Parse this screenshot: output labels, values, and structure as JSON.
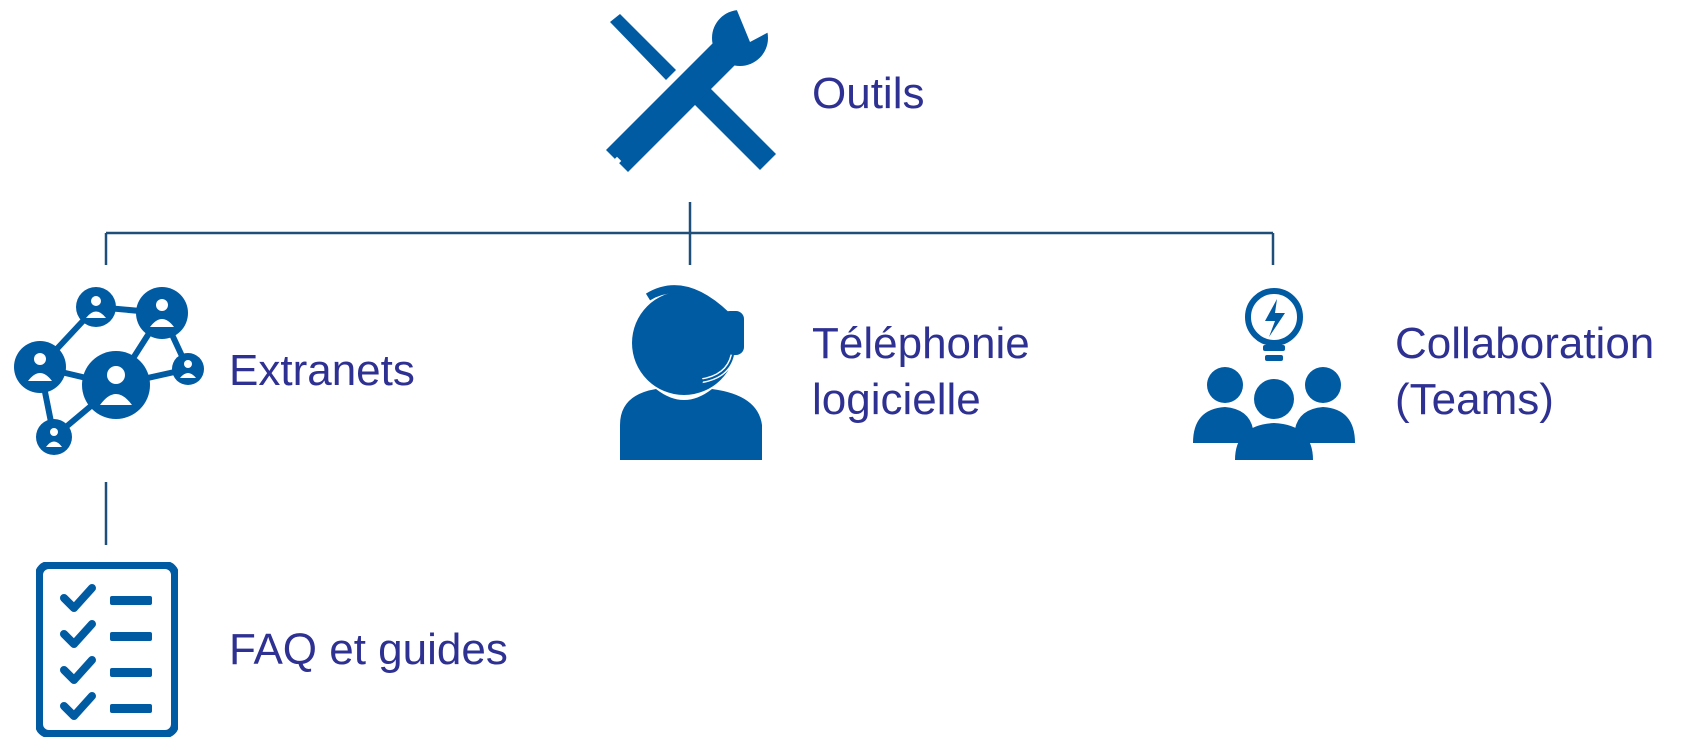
{
  "colors": {
    "icon": "#005ba3",
    "text": "#2e3192",
    "line": "#1f4e79"
  },
  "nodes": {
    "root": {
      "icon": "wrench-screwdriver-icon",
      "label": "Outils"
    },
    "extranets": {
      "icon": "network-people-icon",
      "label": "Extranets"
    },
    "telephony": {
      "icon": "headset-person-icon",
      "label_line1": "Téléphonie",
      "label_line2": "logicielle"
    },
    "collaboration": {
      "icon": "team-lightbulb-icon",
      "label_line1": "Collaboration",
      "label_line2": "(Teams)"
    },
    "faq": {
      "icon": "checklist-icon",
      "label": "FAQ et guides"
    }
  }
}
